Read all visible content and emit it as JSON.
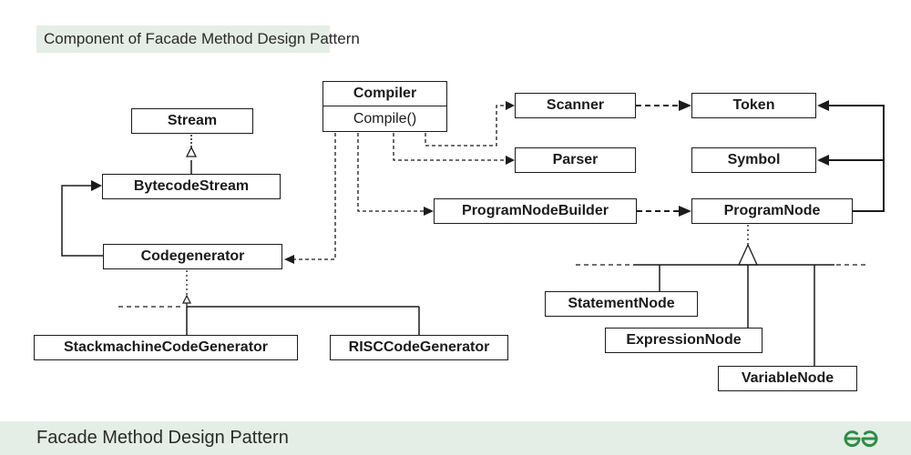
{
  "title": "Component of Facade Method Design Pattern",
  "footer": {
    "title": "Facade Method Design Pattern",
    "logo": "geeksforgeeks-logo"
  },
  "colors": {
    "stroke": "#1b1b1b",
    "band": "#e4eee6",
    "logo": "#2f8d46"
  },
  "nodes": {
    "compiler": {
      "name": "Compiler",
      "method": "Compile()"
    },
    "stream": "Stream",
    "bytecode_stream": "BytecodeStream",
    "codegenerator": "Codegenerator",
    "stackmachine": "StackmachineCodeGenerator",
    "risc": "RISCCodeGenerator",
    "scanner": "Scanner",
    "parser": "Parser",
    "token": "Token",
    "symbol": "Symbol",
    "program_node_builder": "ProgramNodeBuilder",
    "program_node": "ProgramNode",
    "statement_node": "StatementNode",
    "expression_node": "ExpressionNode",
    "variable_node": "VariableNode"
  }
}
